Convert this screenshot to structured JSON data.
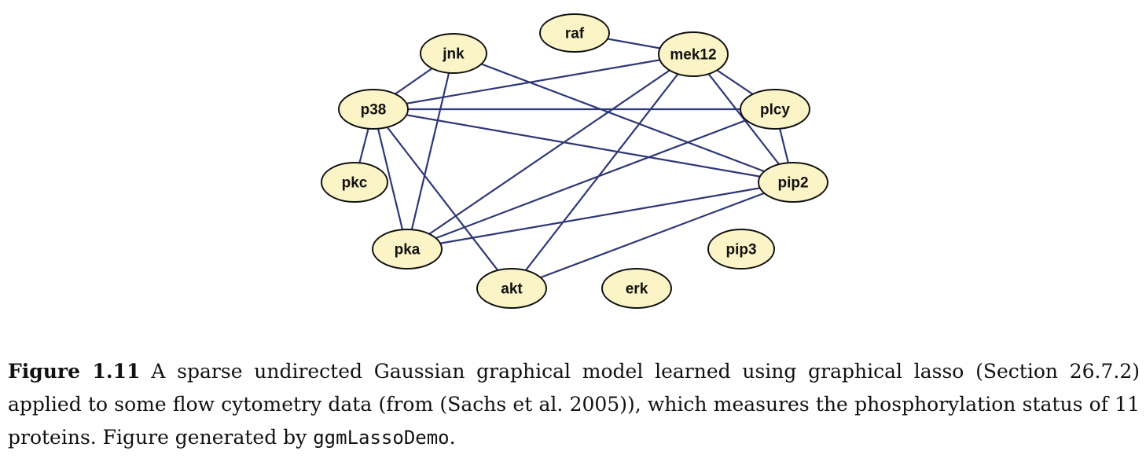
{
  "figure": {
    "label": "Figure 1.11",
    "caption_text": "A sparse undirected Gaussian graphical model learned using graphical lasso (Section 26.7.2) applied to some flow cytometry data (from (Sachs et al. 2005)), which measures the phosphorylation status of 11 proteins. Figure generated by ",
    "caption_code": "ggmLassoDemo",
    "caption_end": "."
  },
  "colors": {
    "node_fill": "#fbf4c6",
    "node_stroke": "#111111",
    "edge": "#2e3777"
  },
  "graph": {
    "nodes": [
      {
        "id": "raf",
        "label": "raf"
      },
      {
        "id": "mek12",
        "label": "mek12"
      },
      {
        "id": "jnk",
        "label": "jnk"
      },
      {
        "id": "p38",
        "label": "p38"
      },
      {
        "id": "plcy",
        "label": "plcy"
      },
      {
        "id": "pkc",
        "label": "pkc"
      },
      {
        "id": "pip2",
        "label": "pip2"
      },
      {
        "id": "pka",
        "label": "pka"
      },
      {
        "id": "pip3",
        "label": "pip3"
      },
      {
        "id": "akt",
        "label": "akt"
      },
      {
        "id": "erk",
        "label": "erk"
      }
    ],
    "edges": [
      [
        "raf",
        "mek12"
      ],
      [
        "mek12",
        "p38"
      ],
      [
        "mek12",
        "plcy"
      ],
      [
        "mek12",
        "pip2"
      ],
      [
        "mek12",
        "pka"
      ],
      [
        "mek12",
        "akt"
      ],
      [
        "jnk",
        "p38"
      ],
      [
        "jnk",
        "pka"
      ],
      [
        "jnk",
        "pip2"
      ],
      [
        "p38",
        "plcy"
      ],
      [
        "p38",
        "pip2"
      ],
      [
        "p38",
        "pkc"
      ],
      [
        "p38",
        "pka"
      ],
      [
        "p38",
        "akt"
      ],
      [
        "plcy",
        "pip2"
      ],
      [
        "plcy",
        "pka"
      ],
      [
        "pip2",
        "pka"
      ],
      [
        "pip2",
        "akt"
      ]
    ]
  }
}
